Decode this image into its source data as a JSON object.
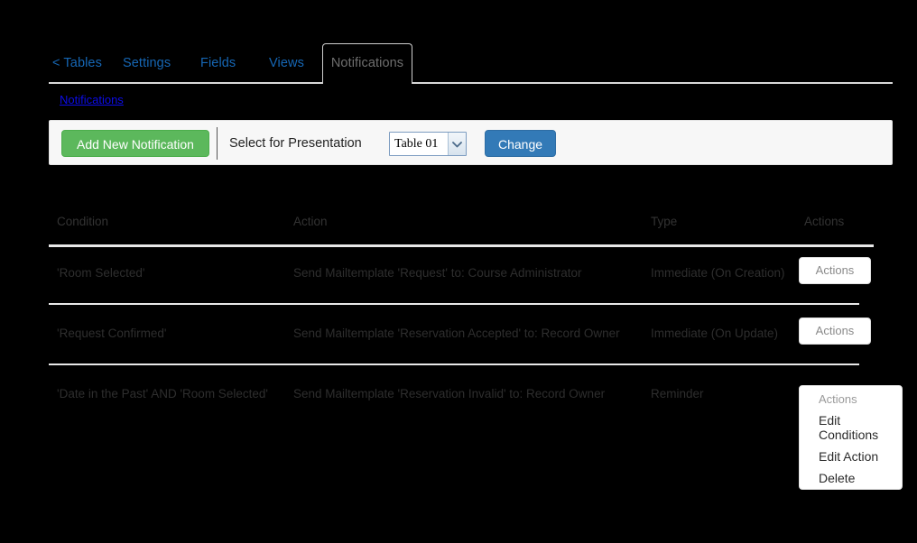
{
  "nav": {
    "tabs": [
      {
        "label": "< Tables",
        "active": false
      },
      {
        "label": "Settings",
        "active": false
      },
      {
        "label": "Fields",
        "active": false
      },
      {
        "label": "Views",
        "active": false
      },
      {
        "label": "Notifications",
        "active": true
      }
    ]
  },
  "breadcrumb": {
    "label": "Notifications"
  },
  "toolbar": {
    "add_label": "Add New Notification",
    "select_label": "Select for Presentation",
    "select_value": "Table 01",
    "select_options": [
      "Table 01"
    ],
    "change_label": "Change"
  },
  "table": {
    "headers": [
      "Condition",
      "Action",
      "Type",
      "Actions"
    ],
    "action_button_label": "Actions",
    "rows": [
      {
        "condition": "'Room Selected'",
        "action": "Send Mailtemplate 'Request' to: Course Administrator",
        "type": "Immediate (On Creation)"
      },
      {
        "condition": "'Request Confirmed'",
        "action": "Send Mailtemplate 'Reservation Accepted' to: Record Owner",
        "type": "Immediate (On Update)"
      },
      {
        "condition": "'Date in the Past' AND 'Room Selected'",
        "action": "Send Mailtemplate 'Reservation Invalid' to: Record Owner",
        "type": "Reminder"
      }
    ]
  },
  "dropdown": {
    "header": "Actions",
    "items": [
      "Edit Conditions",
      "Edit Action",
      "Delete"
    ]
  },
  "colors": {
    "background": "#000000",
    "link": "#1667b5",
    "breadcrumb_link": "#0c0ce8",
    "primary_button": "#337ab7",
    "success_button": "#5cb85c",
    "panel": "#f7f7f7"
  }
}
